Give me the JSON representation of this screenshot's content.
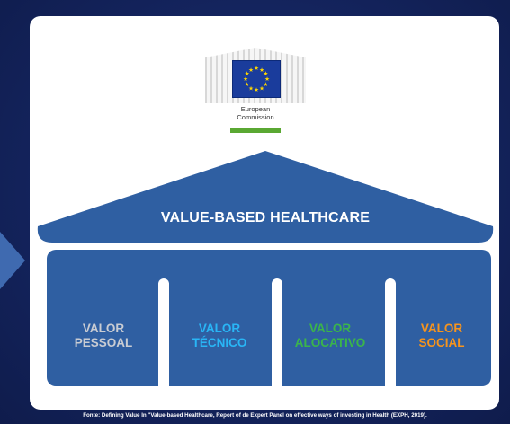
{
  "logo": {
    "org_line1": "European",
    "org_line2": "Commission",
    "flag_color": "#1a3c9c",
    "star_color": "#ffd700",
    "accent_color": "#5aa832"
  },
  "roof": {
    "title": "VALUE-BASED HEALTHCARE",
    "color": "#2f5fa2"
  },
  "pillars": [
    {
      "line1": "VALOR",
      "line2": "PESSOAL",
      "color": "#c9ccd3"
    },
    {
      "line1": "VALOR",
      "line2": "TÉCNICO",
      "color": "#29b6f6"
    },
    {
      "line1": "VALOR",
      "line2": "ALOCATIVO",
      "color": "#3bb54a"
    },
    {
      "line1": "VALOR",
      "line2": "SOCIAL",
      "color": "#f7941d"
    }
  ],
  "footer": {
    "source": "Fonte: Defining Value In \"Value-based Healthcare, Report of de Expert Panel on effective ways of investing in Health (EXPH, 2019)."
  }
}
